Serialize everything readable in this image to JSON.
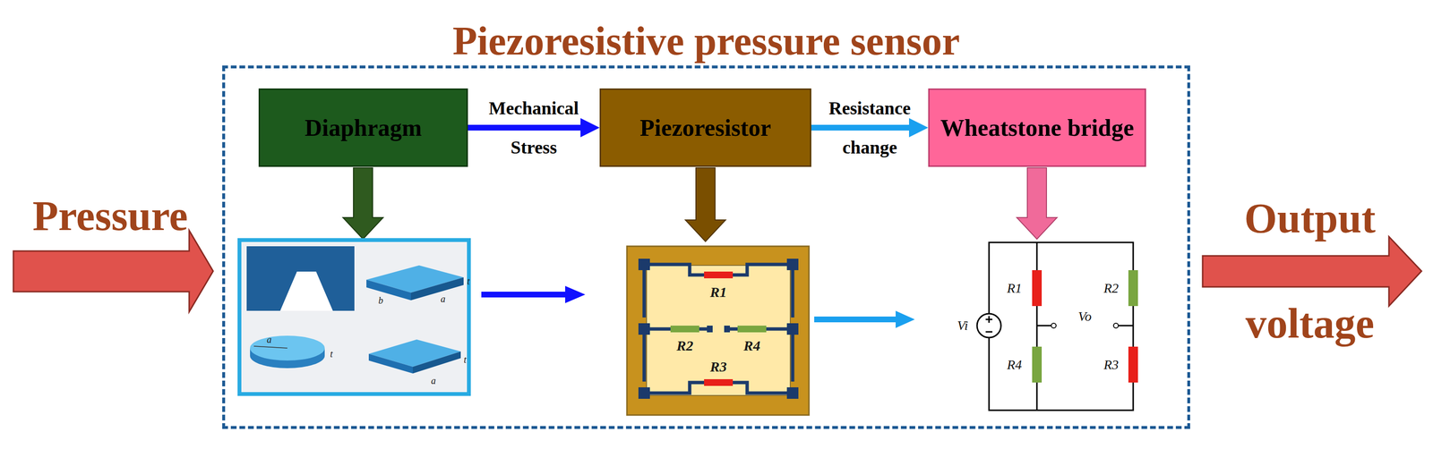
{
  "diagram": {
    "nodes": [
      {
        "text": [
          "Piezoresistive pressure sensor"
        ]
      },
      {
        "text": [
          "Diaphragm"
        ],
        "in": 0
      },
      {
        "text": [
          "Piezoresistor"
        ],
        "in": 0
      },
      {
        "text": [
          "Wheatstone bridge"
        ],
        "in": 0
      }
    ],
    "edges": [
      {
        "from": 1,
        "to": 2,
        "arrow": "to",
        "label": "Mechanical Stress"
      },
      {
        "from": 2,
        "to": 3,
        "arrow": "to",
        "label": "Resistance change"
      }
    ],
    "labels": [
      "Pressure",
      "Output voltage",
      "t",
      "b",
      "a",
      "a",
      "t",
      "t",
      "a",
      "R1",
      "R2",
      "R4",
      "R3",
      "Vi",
      "Vo",
      "R1",
      "R2",
      "R4",
      "R3"
    ]
  }
}
